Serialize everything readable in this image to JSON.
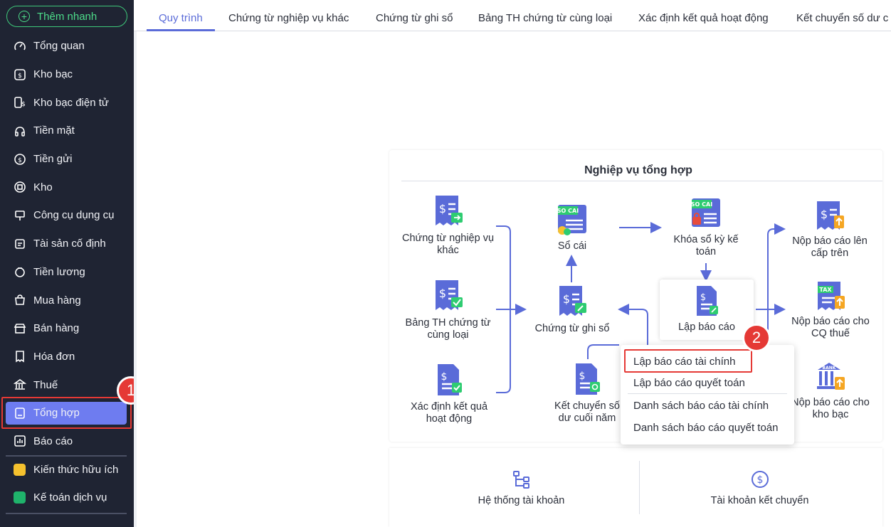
{
  "sidebar": {
    "quick_add": "Thêm nhanh",
    "items": [
      {
        "label": "Tổng quan",
        "icon": "dashboard-icon"
      },
      {
        "label": "Kho bạc",
        "icon": "treasury-icon"
      },
      {
        "label": "Kho bạc điện tử",
        "icon": "e-treasury-icon"
      },
      {
        "label": "Tiền mặt",
        "icon": "cash-icon"
      },
      {
        "label": "Tiền gửi",
        "icon": "deposit-icon"
      },
      {
        "label": "Kho",
        "icon": "warehouse-icon"
      },
      {
        "label": "Công cụ dụng cụ",
        "icon": "tools-icon"
      },
      {
        "label": "Tài sản cố định",
        "icon": "fixed-assets-icon"
      },
      {
        "label": "Tiền lương",
        "icon": "payroll-icon"
      },
      {
        "label": "Mua hàng",
        "icon": "purchase-icon"
      },
      {
        "label": "Bán hàng",
        "icon": "sales-icon"
      },
      {
        "label": "Hóa đơn",
        "icon": "invoice-icon"
      },
      {
        "label": "Thuế",
        "icon": "tax-icon"
      },
      {
        "label": "Tổng hợp",
        "icon": "summary-icon",
        "active": true
      },
      {
        "label": "Báo cáo",
        "icon": "report-icon"
      },
      {
        "label": "Kiến thức hữu ích",
        "icon": "knowledge-icon"
      },
      {
        "label": "Kế toán dịch vụ",
        "icon": "accounting-service-icon"
      }
    ]
  },
  "tabs": [
    {
      "label": "Quy trình",
      "active": true
    },
    {
      "label": "Chứng từ nghiệp vụ khác"
    },
    {
      "label": "Chứng từ ghi sổ"
    },
    {
      "label": "Bảng TH chứng từ cùng loại"
    },
    {
      "label": "Xác định kết quả hoạt động"
    },
    {
      "label": "Kết chuyển số dư c"
    }
  ],
  "flow": {
    "title": "Nghiệp vụ tổng hợp",
    "nodes": {
      "ct_nv_khac": "Chứng từ nghiệp vụ khác",
      "bang_th": "Bảng TH chứng từ cùng loại",
      "xac_dinh": "Xác định kết quả hoạt động",
      "so_cai": "Sổ cái",
      "ct_ghi_so": "Chứng từ ghi sổ",
      "ket_chuyen": "Kết chuyển số dư cuối năm",
      "khoa_so": "Khóa sổ kỳ kế toán",
      "lap_bao_cao": "Lập báo cáo",
      "nop_cap_tren": "Nộp báo cáo lên cấp trên",
      "nop_thue": "Nộp báo cáo cho CQ thuế",
      "nop_kho_bac": "Nộp báo cáo cho kho bạc"
    },
    "icon_tags": {
      "so_cai": "SO CAI",
      "tax": "TAX",
      "bank": "BANK"
    }
  },
  "dropdown": [
    "Lập báo cáo tài chính",
    "Lập báo cáo quyết toán",
    "Danh sách báo cáo tài chính",
    "Danh sách báo cáo quyết toán"
  ],
  "bottom": {
    "accounts": "Hệ thống tài khoản",
    "transfer_accounts": "Tài khoản kết chuyển"
  },
  "callouts": [
    "1",
    "2"
  ],
  "colors": {
    "sidebar_bg": "#1f2433",
    "accent": "#6e7cf0",
    "highlight": "#e53935",
    "quick_add": "#4ddc8a"
  }
}
